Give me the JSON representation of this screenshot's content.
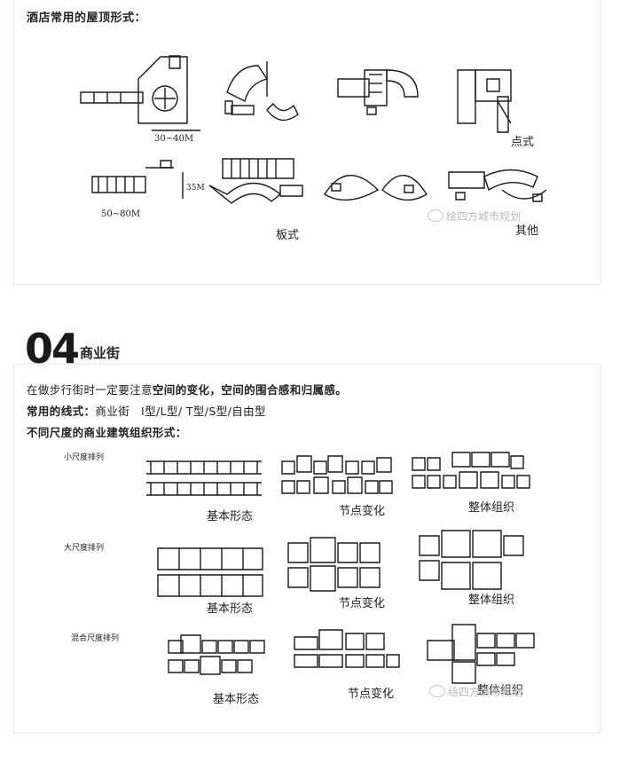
{
  "hotel": {
    "title": "酒店常用的屋顶形式：",
    "dim1": "30~40M",
    "dim2": "50~80M",
    "dim3": "35M",
    "label_point": "点式",
    "label_slab": "板式",
    "label_other": "其他",
    "watermark": "绘四方城市规划"
  },
  "section": {
    "number": "04",
    "title": "商业街",
    "line1_prefix": "在做步行街时一定要注意",
    "line1_bold": "空间的变化，空间的围合感和归属感。",
    "line2_bold": "常用的线式：",
    "line2_text": "商业街　I型/L型/ T型/S型/自由型",
    "line3_bold": "不同尺度的商业建筑组织形式："
  },
  "commercial": {
    "row_labels": [
      "小尺度排列",
      "大尺度排列",
      "混合尺度排列"
    ],
    "col_labels": [
      "基本形态",
      "节点变化",
      "整体组织"
    ],
    "watermark": "绘四方城市规划"
  }
}
